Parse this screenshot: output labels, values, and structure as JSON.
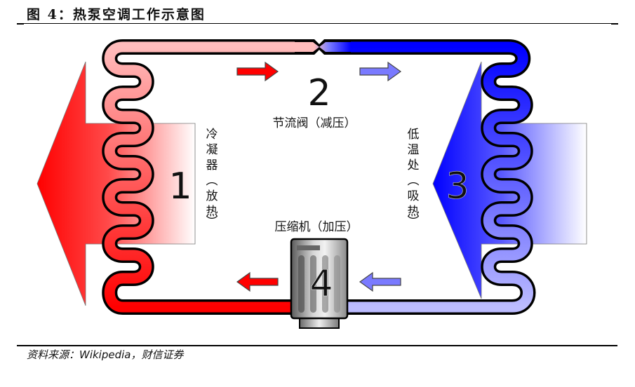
{
  "figure": {
    "title": "图 4：热泵空调工作示意图",
    "source": "资料来源：Wikipedia，财信证券"
  },
  "diagram": {
    "nodes": [
      {
        "id": "1",
        "number": "1",
        "label_chars": [
          "冷",
          "凝",
          "器",
          "︵",
          "放",
          "热",
          "︶"
        ],
        "label": "冷凝器（放热）",
        "color": "#ff0000"
      },
      {
        "id": "2",
        "number": "2",
        "label": "节流阀（减压）"
      },
      {
        "id": "3",
        "number": "3",
        "label_chars": [
          "低",
          "温",
          "处",
          "︵",
          "吸",
          "热",
          "︶"
        ],
        "label": "低温处（吸热）",
        "color": "#0000ff"
      },
      {
        "id": "4",
        "number": "4",
        "label": "压缩机（加压）"
      }
    ],
    "colors": {
      "hot": "#ff0000",
      "warm_light": "#ffbcbc",
      "cold": "#0000ff",
      "cool_light": "#bcbcff",
      "arrow_hot": "#ff0000",
      "arrow_cold": "#7a7aff"
    },
    "flow_arrows": [
      {
        "id": "top-left",
        "direction": "right",
        "tone": "hot"
      },
      {
        "id": "top-right",
        "direction": "right",
        "tone": "cold"
      },
      {
        "id": "bottom-left",
        "direction": "left",
        "tone": "hot"
      },
      {
        "id": "bottom-right",
        "direction": "left",
        "tone": "cold"
      }
    ]
  }
}
